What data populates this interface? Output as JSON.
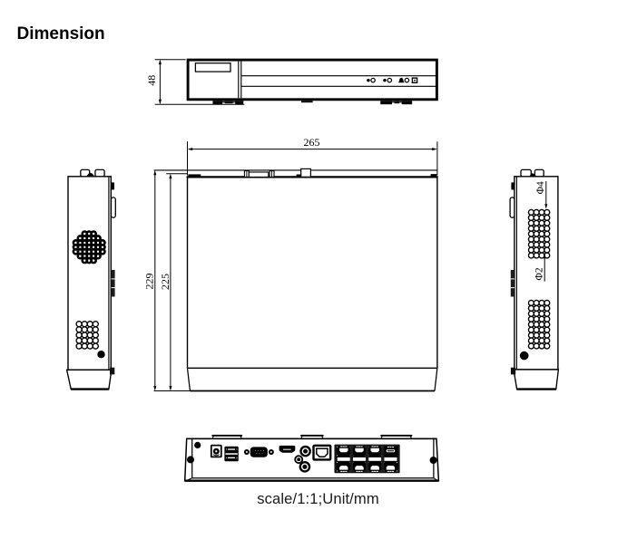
{
  "title": "Dimension",
  "caption": "scale/1:1;Unit/mm",
  "colors": {
    "background": "#ffffff",
    "ink": "#000000"
  },
  "dimensions": {
    "front_height_mm": "48",
    "top_width_mm": "265",
    "top_depth_overall_mm": "229",
    "top_depth_body_mm": "225",
    "side_vent_hole_outer": "Φ4",
    "side_vent_hole_inner": "Φ2"
  },
  "icons": {
    "front_panel": [
      "power-led-icon",
      "hdd-led-icon",
      "alarm-led-icon",
      "front-usb-port-icon"
    ],
    "rear_panel": [
      "dc-power-jack-icon",
      "usb-ports-icon",
      "vga-port-icon",
      "hdmi-port-icon",
      "audio-jack-icons",
      "lan-port-icon",
      "poe-port-block",
      "rear-screw-icons"
    ]
  }
}
